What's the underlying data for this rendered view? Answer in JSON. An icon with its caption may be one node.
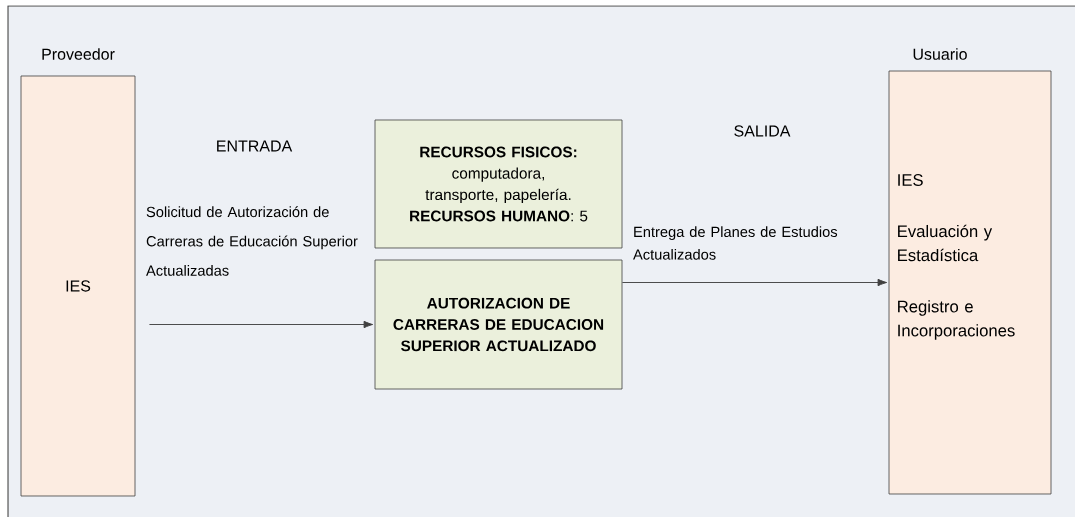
{
  "diagram": {
    "nodes": [
      {
        "text": [
          "Proveedor",
          "IES"
        ]
      },
      {
        "text": [
          "**RECURSOS FISICOS:** computadora, transporte, papelería.",
          "**RECURSOS HUMANO**: 5"
        ]
      },
      {
        "text": [
          "AUTORIZACION DE CARRERAS DE EDUCACION SUPERIOR ACTUALIZADO"
        ]
      },
      {
        "text": [
          "Usuario",
          "IES",
          "Evaluación y Estadística",
          "Registro e Incorporaciones"
        ]
      }
    ],
    "edges": [
      {
        "from": 0,
        "to": 2,
        "arrow": "to",
        "label": "Solicitud de Autorización de Carreras de Educación Superior Actualizadas"
      },
      {
        "from": 2,
        "to": 3,
        "arrow": "to",
        "label": "Entrega de Planes de Estudios Actualizados"
      }
    ],
    "labels": [
      "ENTRADA",
      "SALIDA"
    ]
  }
}
